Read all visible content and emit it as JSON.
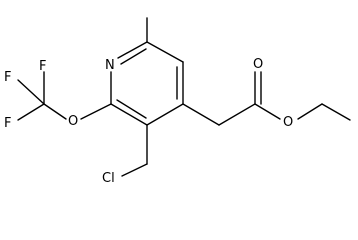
{
  "structure": {
    "atoms": {
      "N": "N",
      "O_ether": "O",
      "F1": "F",
      "F2": "F",
      "F3": "F",
      "Cl": "Cl",
      "O_carbonyl": "O",
      "O_ester": "O"
    }
  }
}
